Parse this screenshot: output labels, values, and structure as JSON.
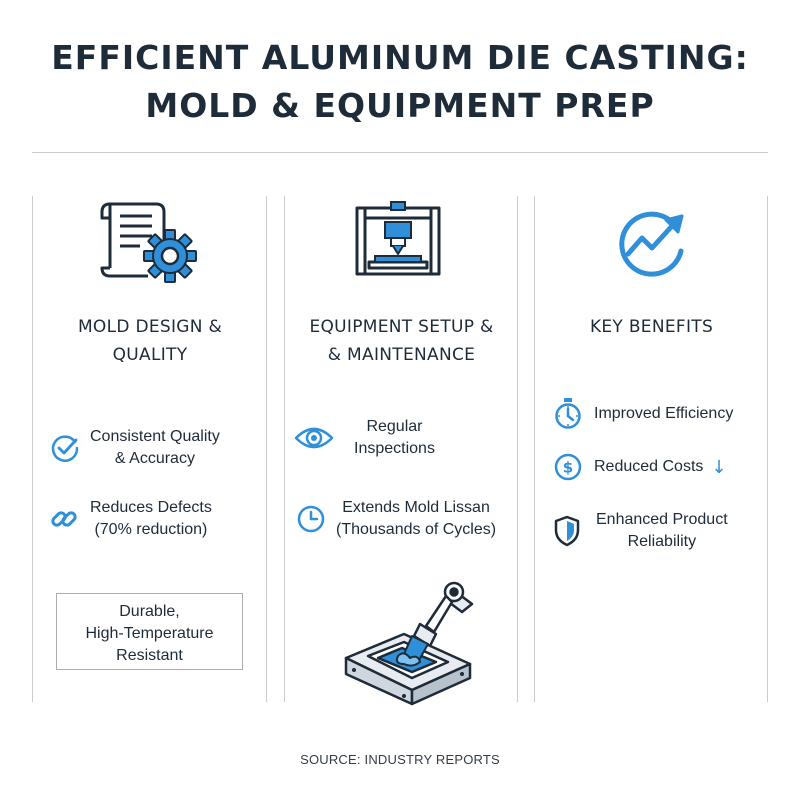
{
  "title": {
    "line1": "EFFICIENT ALUMINUM DIE CASTING:",
    "line2": "MOLD & EQUIPMENT PREP"
  },
  "colors": {
    "accent": "#2f8fd8",
    "dark": "#1e2b38",
    "rule": "#c9ccd0"
  },
  "columns": [
    {
      "icon": "document-gear-icon",
      "title": [
        "MOLD DESIGN &",
        "QUALITY"
      ],
      "items": [
        {
          "icon": "check-circle-icon",
          "lines": [
            "Consistent Quality",
            "& Accuracy"
          ]
        },
        {
          "icon": "chain-link-icon",
          "lines": [
            "Reduces Defects",
            "(70% reduction)"
          ]
        }
      ],
      "box": [
        "Durable,",
        "High-Temperature",
        "Resistant"
      ]
    },
    {
      "icon": "press-machine-icon",
      "title": [
        "EQUIPMENT SETUP &",
        "& MAINTENANCE"
      ],
      "items": [
        {
          "icon": "eye-icon",
          "lines": [
            "Regular",
            "Inspections"
          ]
        },
        {
          "icon": "clock-icon",
          "lines": [
            "Extends Mold Lissan",
            "(Thousands of Cycles)"
          ]
        }
      ],
      "illustration": "robot-arm-mold-icon"
    },
    {
      "icon": "growth-arrow-icon",
      "title": [
        "KEY BENEFITS"
      ],
      "items": [
        {
          "icon": "stopwatch-icon",
          "lines": [
            "Improved Efficiency"
          ]
        },
        {
          "icon": "dollar-coin-icon",
          "lines": [
            "Reduced Costs"
          ],
          "suffix": "↓"
        },
        {
          "icon": "shield-icon",
          "lines": [
            "Enhanced Product",
            "Reliability"
          ]
        }
      ]
    }
  ],
  "source": "SOURCE: INDUSTRY REPORTS"
}
